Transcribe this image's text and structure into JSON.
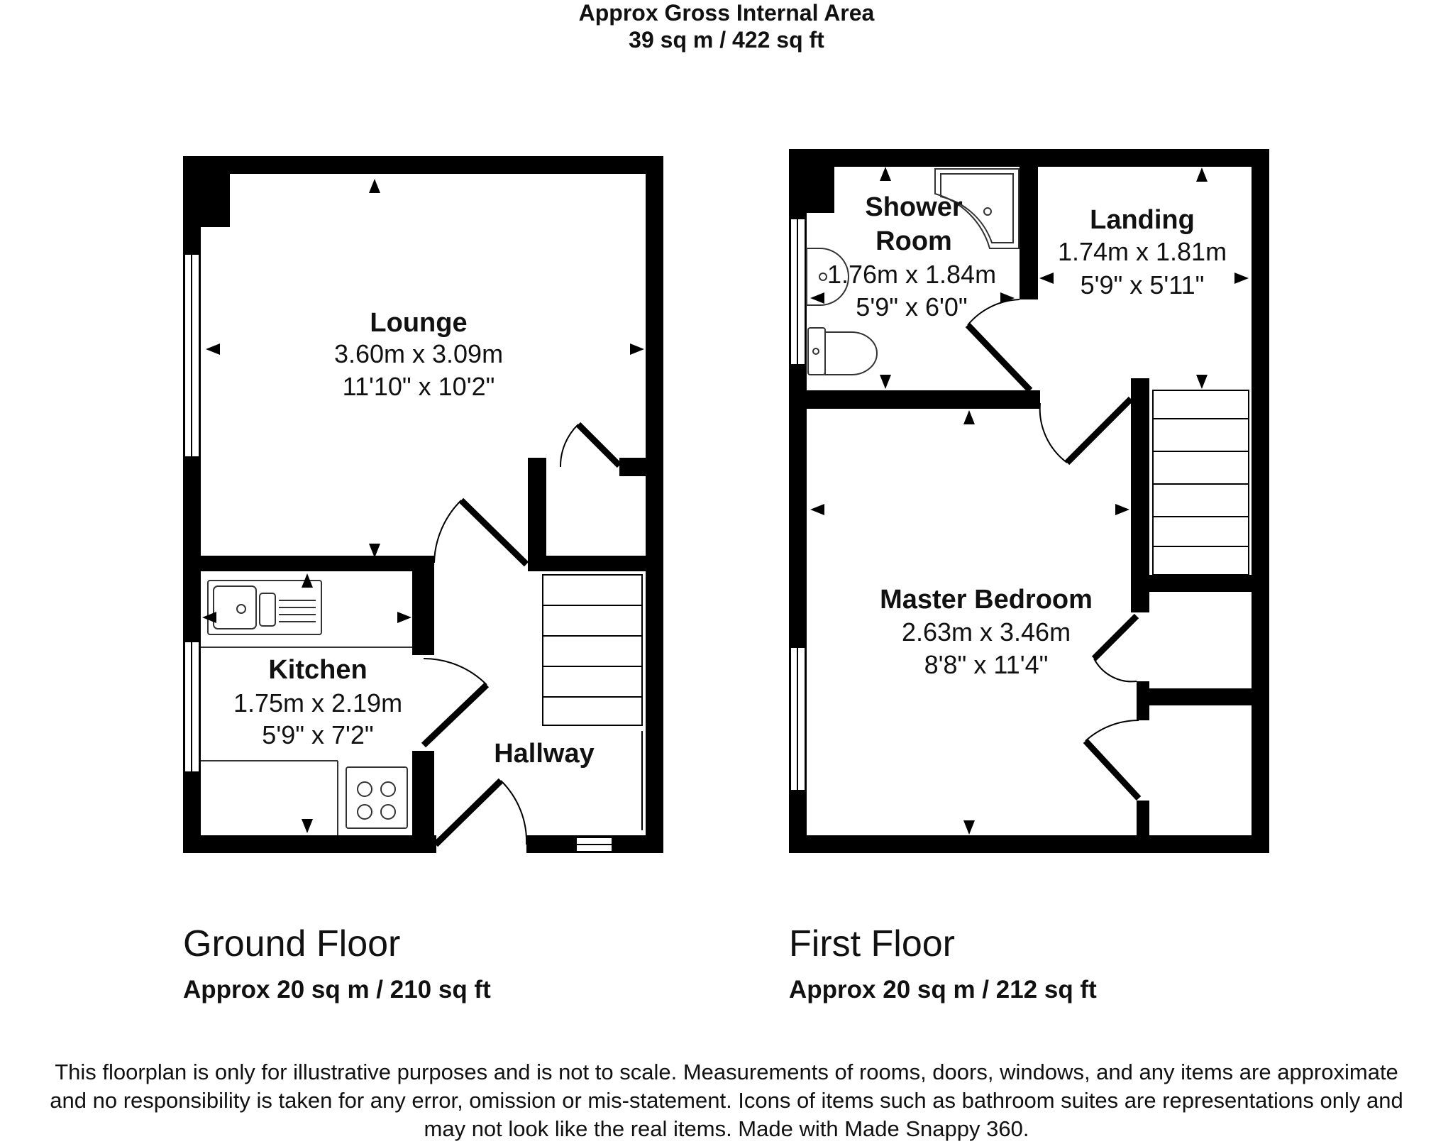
{
  "header": {
    "title": "Approx Gross Internal Area",
    "area": "39 sq m / 422 sq ft"
  },
  "ground_floor": {
    "name": "Ground Floor",
    "area": "Approx 20 sq m / 210 sq ft",
    "rooms": {
      "lounge": {
        "name": "Lounge",
        "metric": "3.60m x 3.09m",
        "imperial": "11'10\" x 10'2\""
      },
      "kitchen": {
        "name": "Kitchen",
        "metric": "1.75m x 2.19m",
        "imperial": "5'9\" x 7'2\""
      },
      "hallway": {
        "name": "Hallway"
      }
    }
  },
  "first_floor": {
    "name": "First Floor",
    "area": "Approx 20 sq m / 212 sq ft",
    "rooms": {
      "shower_room": {
        "name_line1": "Shower",
        "name_line2": "Room",
        "metric": "1.76m x 1.84m",
        "imperial": "5'9\" x 6'0\""
      },
      "landing": {
        "name": "Landing",
        "metric": "1.74m x 1.81m",
        "imperial": "5'9\" x 5'11\""
      },
      "master_bedroom": {
        "name": "Master Bedroom",
        "metric": "2.63m x 3.46m",
        "imperial": "8'8\" x 11'4\""
      }
    }
  },
  "disclaimer": {
    "line1": "This floorplan is only for illustrative purposes and is not to scale. Measurements of rooms, doors, windows, and any items are approximate",
    "line2": "and no responsibility is taken for any error, omission or mis-statement. Icons of items such as bathroom suites are representations only and",
    "line3": "may not look like the real items. Made with Made Snappy 360."
  },
  "colors": {
    "wall": "#000000",
    "background": "#ffffff",
    "fixture_line": "#444444"
  }
}
